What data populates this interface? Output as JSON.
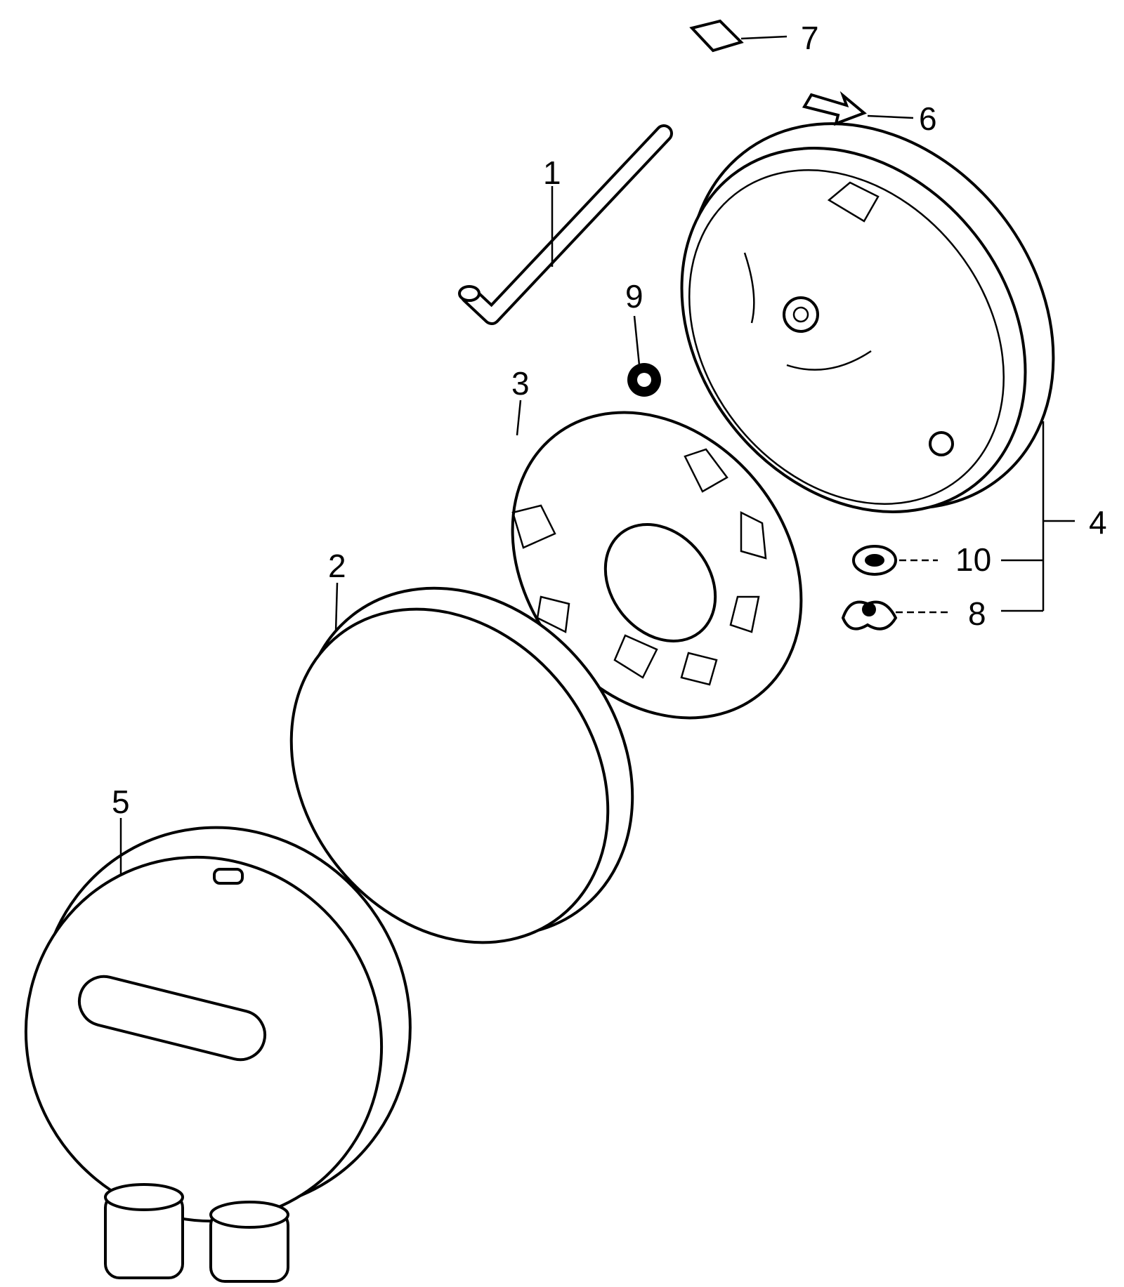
{
  "diagram": {
    "callouts": {
      "p1": "1",
      "p2": "2",
      "p3": "3",
      "p4": "4",
      "p5": "5",
      "p6": "6",
      "p7": "7",
      "p8": "8",
      "p9": "9",
      "p10": "10"
    }
  }
}
